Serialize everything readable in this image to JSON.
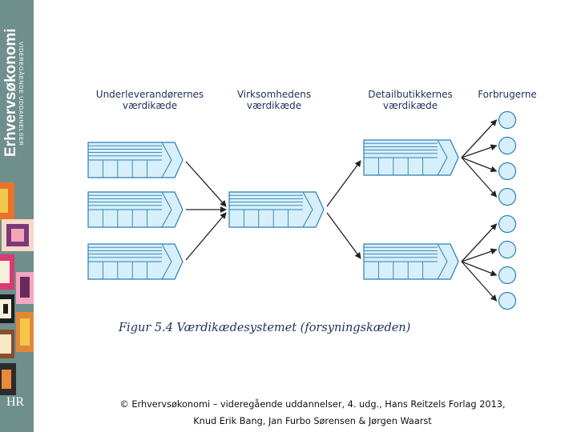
{
  "sidebar": {
    "title": "Erhvervsøkonomi",
    "subtitle": "VIDEREGÅENDE UDDANNELSER",
    "logo": "HR"
  },
  "diagram": {
    "columns": [
      {
        "line1": "Underleverandørernes",
        "line2": "værdikæde"
      },
      {
        "line1": "Virksomhedens",
        "line2": "værdikæde"
      },
      {
        "line1": "Detailbutikkernes",
        "line2": "værdikæde"
      },
      {
        "line1": "Forbrugerne",
        "line2": ""
      }
    ],
    "caption": "Figur 5.4 Værdikædesystemet (forsyningskæden)",
    "colors": {
      "chain_fill": "#d7effa",
      "chain_stroke": "#2a7fb5",
      "arrow": "#222222",
      "text": "#1f2f5a"
    }
  },
  "footer": {
    "line1": "© Erhvervsøkonomi – videregående uddannelser, 4. udg., Hans Reitzels Forlag 2013,",
    "line2": "Knud Erik Bang, Jan Furbo Sørensen & Jørgen Waarst"
  }
}
